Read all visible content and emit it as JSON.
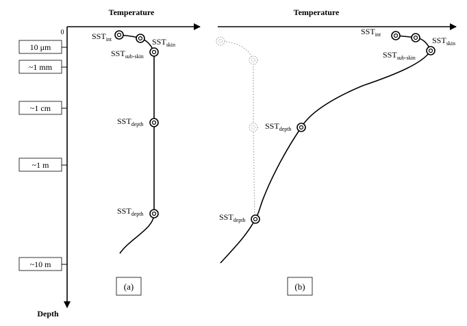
{
  "labels": {
    "temperature_a": "Temperature",
    "temperature_b": "Temperature",
    "depth": "Depth",
    "origin": "0"
  },
  "depth_marks": [
    {
      "label": "10 μm"
    },
    {
      "label": "~1 mm"
    },
    {
      "label": "~1 cm"
    },
    {
      "label": "~1 m"
    },
    {
      "label": "~10 m"
    }
  ],
  "sst_labels": {
    "prefix": "SST",
    "int": "int",
    "skin": "skin",
    "subskin": "sub-skin",
    "depth": "depth"
  },
  "panels": {
    "a": "(a)",
    "b": "(b)"
  },
  "colors": {
    "profile": "#000000",
    "reference_profile": "#9a9a9a"
  }
}
